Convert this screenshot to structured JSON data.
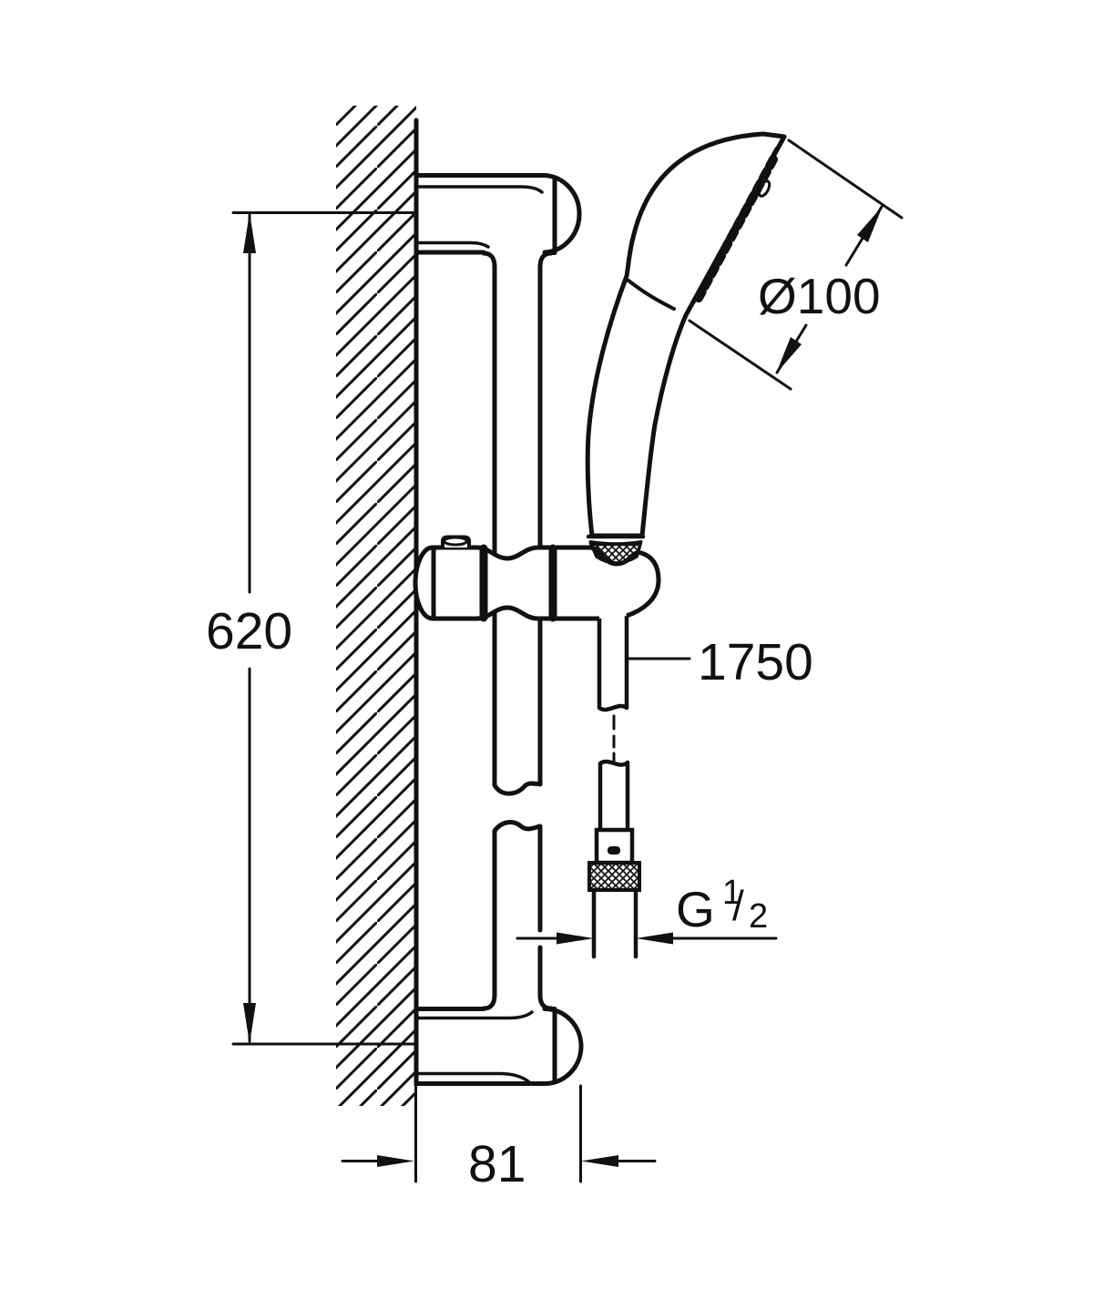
{
  "page": {
    "background": "#ffffff",
    "ink": "#111111",
    "kind": "technical-dimension-drawing",
    "subject": "shower rail set with hand shower and hose"
  },
  "drawing": {
    "labels": {
      "rail_length": "620",
      "head_diameter": "Ø100",
      "hose_length": "1750",
      "wall_offset": "81",
      "thread": {
        "letter": "G",
        "numerator": "1",
        "slash": "/",
        "denominator": "2"
      }
    }
  }
}
